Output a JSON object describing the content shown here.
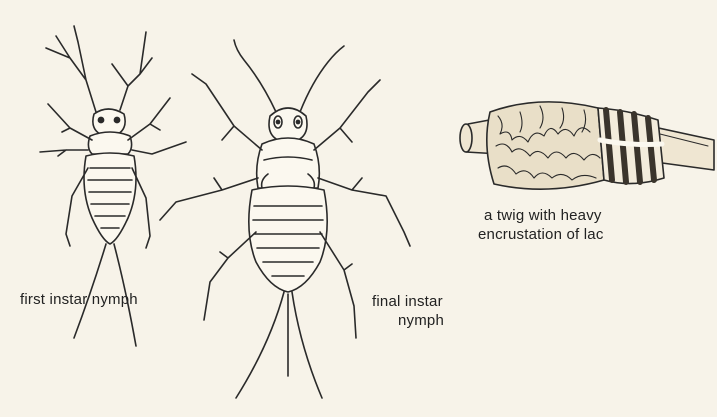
{
  "labels": {
    "first_instar_nymph": "first instar nymph",
    "final_instar_line1": "final instar",
    "final_instar_line2": "nymph",
    "twig_line1": "a twig with heavy",
    "twig_line2": "encrustation of lac"
  },
  "colors": {
    "background": "#f7f3e9",
    "ink": "#2a2a2a",
    "body_fill": "#fbf8ef",
    "twig_fill": "#efe6d2",
    "lac_fill": "#e9dfc8",
    "stripe": "#3a342c"
  }
}
